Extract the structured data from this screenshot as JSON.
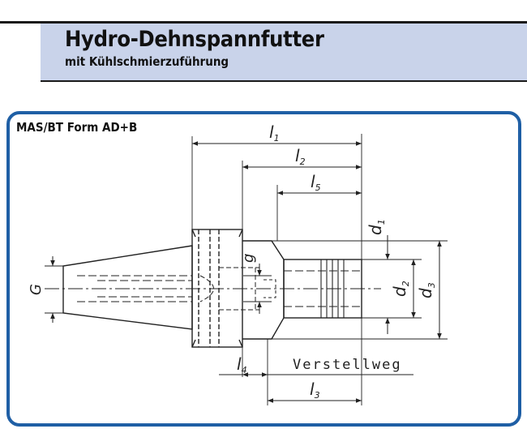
{
  "header": {
    "title": "Hydro-Dehnspannfutter",
    "subtitle": "mit Kühlschmierzuführung"
  },
  "diagram": {
    "label": "MAS/BT Form AD+B",
    "dimensions": {
      "l1": {
        "main": "l",
        "sub": "1"
      },
      "l2": {
        "main": "l",
        "sub": "2"
      },
      "l3": {
        "main": "l",
        "sub": "3"
      },
      "l4": {
        "main": "l",
        "sub": "4"
      },
      "l5": {
        "main": "l",
        "sub": "5"
      },
      "d1": {
        "main": "d",
        "sub": "1"
      },
      "d2": {
        "main": "d",
        "sub": "2"
      },
      "d3": {
        "main": "d",
        "sub": "3"
      },
      "g": "g",
      "G": "G"
    },
    "verstellweg": "Verstellweg"
  },
  "colors": {
    "frame": "#1f5fa5",
    "header_band": "#c9d3ea",
    "line": "#222222"
  }
}
